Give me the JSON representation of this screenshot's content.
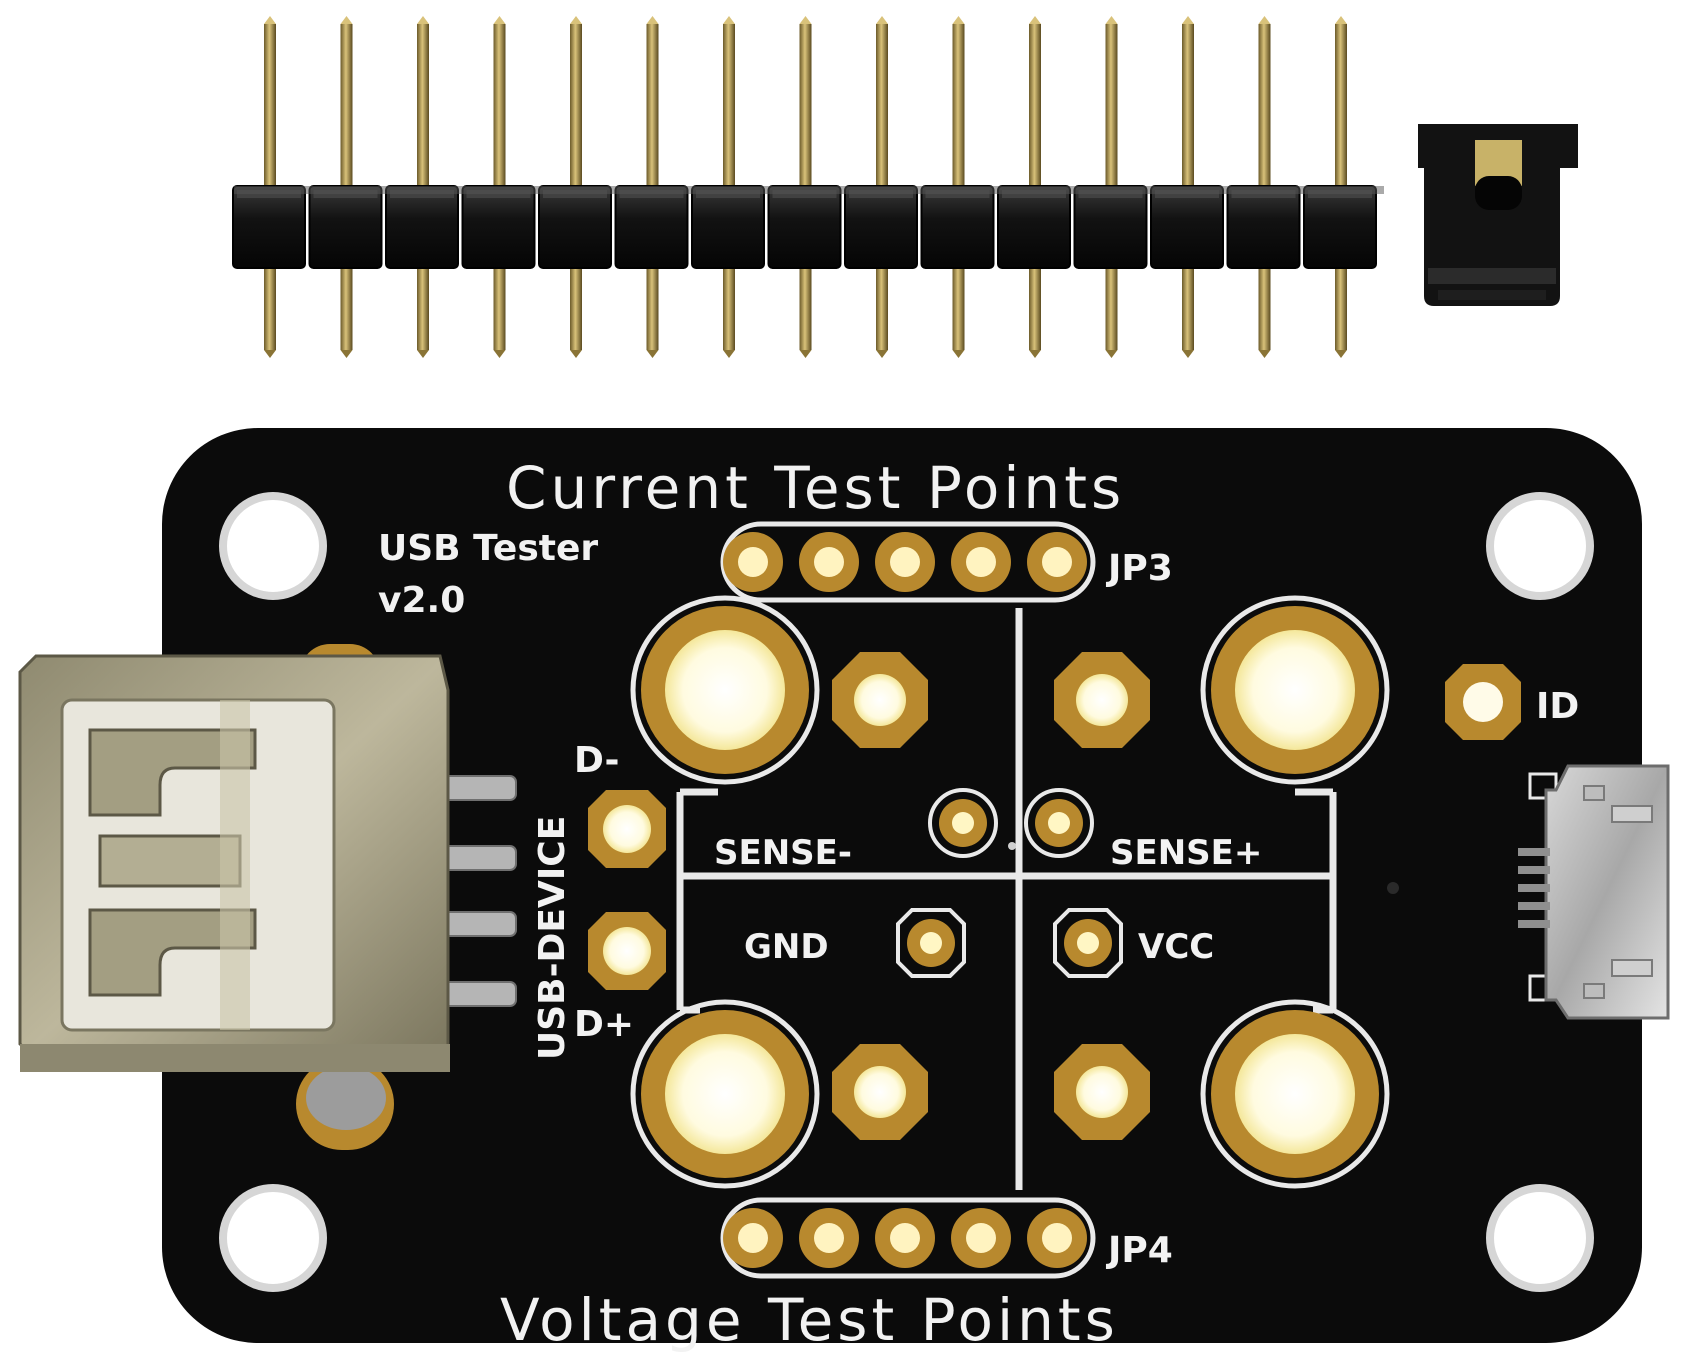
{
  "board": {
    "title_top": "Current Test Points",
    "title_bottom": "Voltage Test Points",
    "model_line1": "USB Tester",
    "model_line2": "v2.0",
    "labels": {
      "jp3": "JP3",
      "jp4": "JP4",
      "id": "ID",
      "sense_minus": "SENSE-",
      "sense_plus": "SENSE+",
      "gnd": "GND",
      "vcc": "VCC",
      "d_minus": "D-",
      "d_plus": "D+",
      "usb_device": "USB-DEVICE"
    }
  },
  "parts": {
    "header_pins": 15,
    "jumper_count": 1
  },
  "colors": {
    "pcb": "#0b0b0b",
    "silkscreen": "#f2f2f2",
    "gold": "#b8892e",
    "header_plastic": "#141414",
    "metal": "#a9a38c"
  }
}
